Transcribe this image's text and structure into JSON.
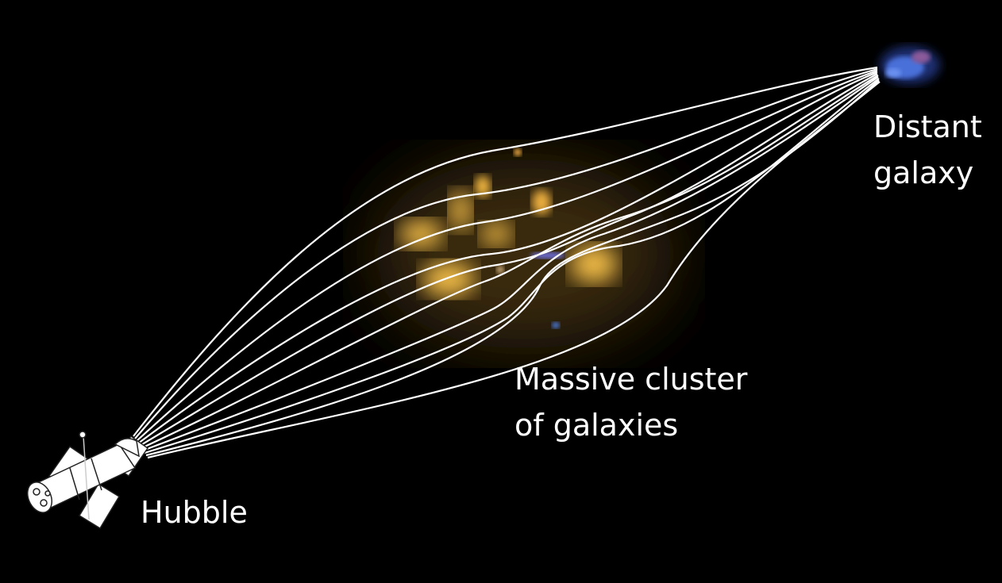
{
  "labels": {
    "distant_galaxy": [
      "Distant",
      "galaxy"
    ],
    "cluster": [
      "Massive cluster",
      "of galaxies"
    ],
    "telescope": "Hubble"
  },
  "colors": {
    "background": "#000000",
    "rays": "#ffffff",
    "cluster_glow": "#f2b53c",
    "galaxy": "#4a6fd8"
  },
  "ray_count": 10
}
